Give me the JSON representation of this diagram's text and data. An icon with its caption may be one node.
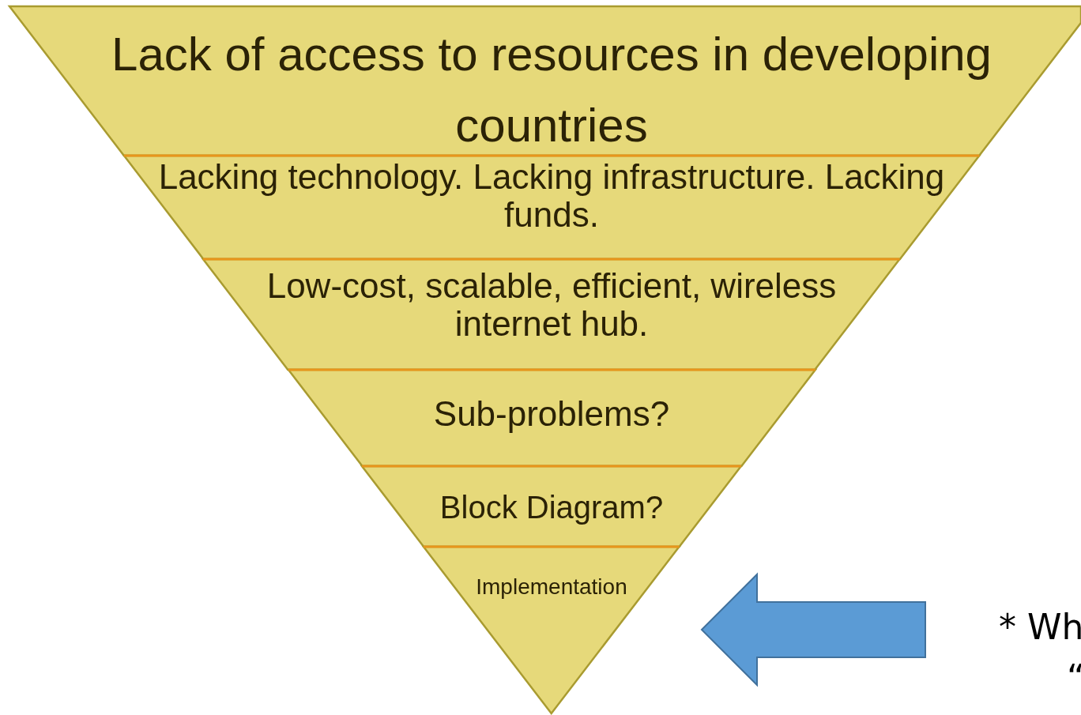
{
  "diagram": {
    "nodes": [
      {
        "text": [
          "Lack of access to resources in developing countries"
        ]
      },
      {
        "text": [
          "Lacking technology. Lacking infrastructure. Lacking funds."
        ]
      },
      {
        "text": [
          "Low-cost, scalable, efficient, wireless internet hub."
        ]
      },
      {
        "text": [
          "Sub-problems?"
        ]
      },
      {
        "text": [
          "Block Diagram?"
        ]
      },
      {
        "text": [
          "Implementation"
        ]
      }
    ],
    "edges": [
      {
        "from": null,
        "to": 5,
        "arrow": "to"
      }
    ],
    "labels": [
      "* Wh",
      "“"
    ]
  }
}
